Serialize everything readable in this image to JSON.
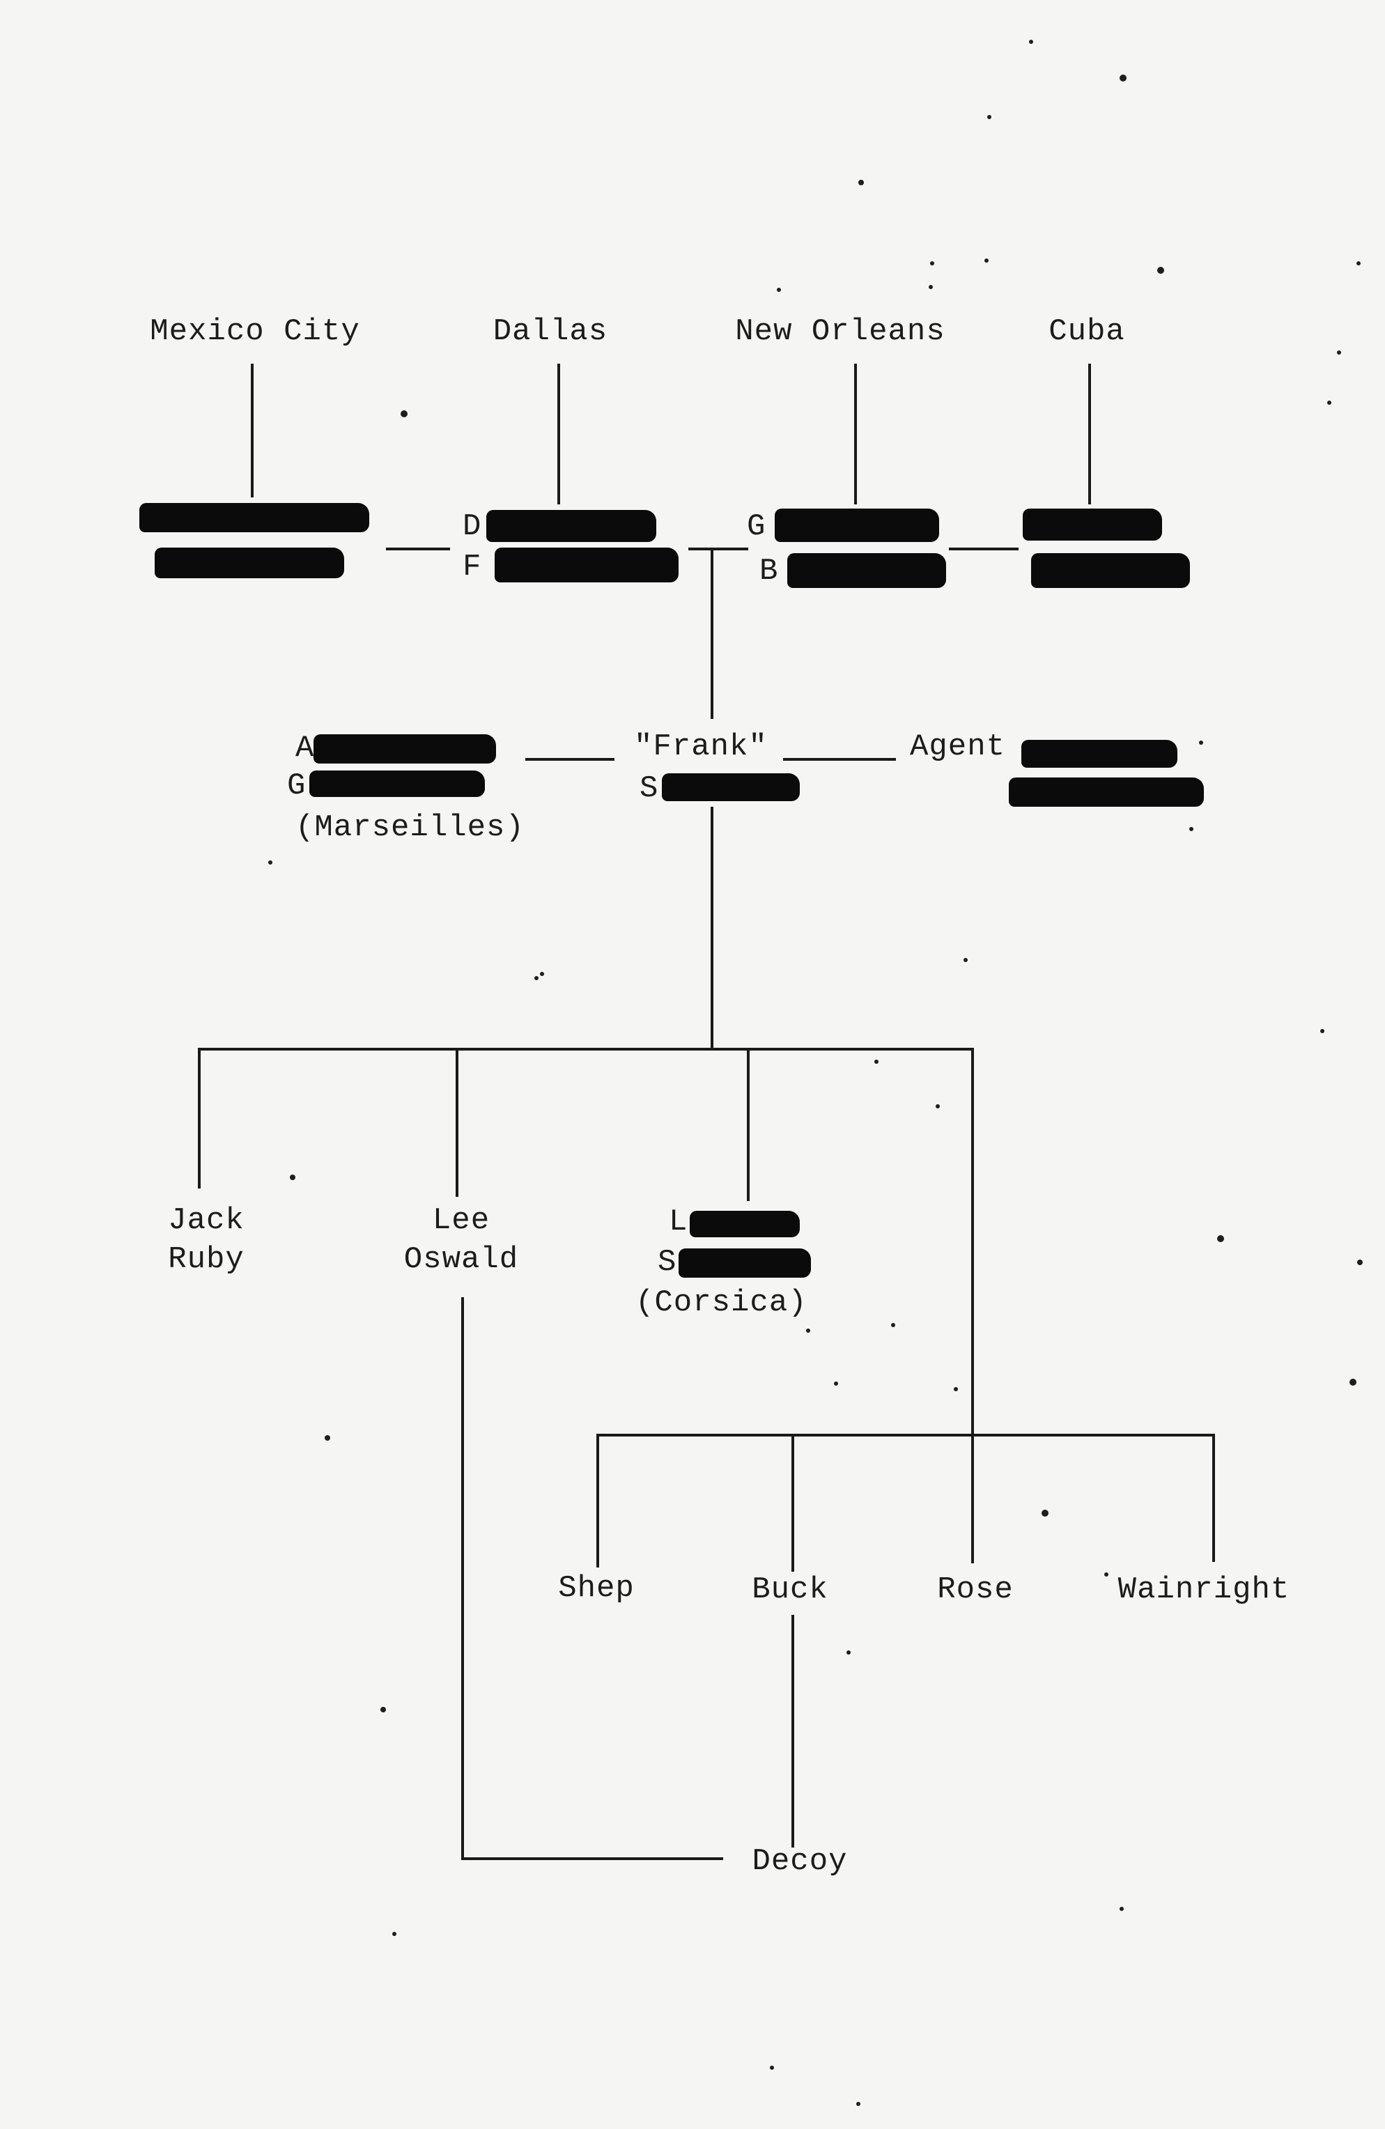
{
  "locations": {
    "mexico_city": "Mexico City",
    "dallas": "Dallas",
    "new_orleans": "New Orleans",
    "cuba": "Cuba"
  },
  "contacts": {
    "dallas_initial_1": "D",
    "dallas_initial_2": "F",
    "new_orleans_initial_1": "G",
    "new_orleans_initial_2": "B"
  },
  "middle": {
    "marseilles_initial_1": "A",
    "marseilles_initial_2": "G",
    "marseilles_place": "(Marseilles)",
    "frank_alias": "\"Frank\"",
    "frank_initial": "S",
    "agent": "Agent"
  },
  "operatives": {
    "ruby_line1": "Jack",
    "ruby_line2": "Ruby",
    "oswald_line1": "Lee",
    "oswald_line2": "Oswald",
    "corsica_initial_1": "L",
    "corsica_initial_2": "S",
    "corsica_place": "(Corsica)"
  },
  "team": {
    "shep": "Shep",
    "buck": "Buck",
    "rose": "Rose",
    "wainright": "Wainright"
  },
  "decoy": "Decoy"
}
